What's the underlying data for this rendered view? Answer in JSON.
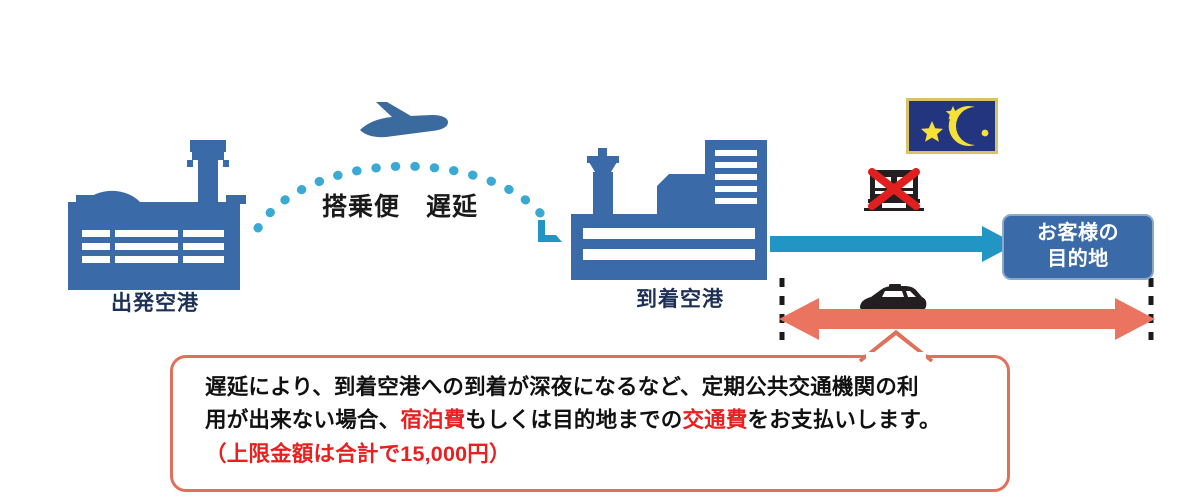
{
  "diagram": {
    "title_hidden": "",
    "departure_airport": {
      "label": "出発空港",
      "icon": "airport-terminal-icon"
    },
    "arrival_airport": {
      "label": "到着空港",
      "icon": "airport-terminal-icon"
    },
    "flight": {
      "label": "搭乗便　遅延",
      "plane_icon": "airplane-icon",
      "path_icon": "dotted-flight-path-icon",
      "arrow_icon": "landing-chevron-icon"
    },
    "night": {
      "icon": "night-sky-moon-stars-icon"
    },
    "no_train": {
      "icon": "train-unavailable-icon"
    },
    "taxi": {
      "icon": "taxi-car-icon"
    },
    "transfer_arrow": {
      "icon": "blue-right-arrow-icon"
    },
    "ground_transport_arrow": {
      "icon": "red-double-arrow-icon"
    },
    "destination": {
      "line1": "お客様の",
      "line2": "目的地"
    }
  },
  "callout": {
    "line1_a": "遅延により、到着空港への到着が深夜になるなど、定期公共交通機関の利",
    "line2_a": "用が出来ない場合、",
    "line2_b": "宿泊費",
    "line2_c": "もしくは目的地までの",
    "line2_d": "交通費",
    "line2_e": "をお支払いします。",
    "line3": "（上限金額は合計で15,000円）"
  },
  "colors": {
    "airport_blue": "#3b6aa8",
    "cyan_arrow": "#2196c4",
    "dot_blue": "#3aa9d4",
    "red_arrow": "#ea7460",
    "callout_border": "#e0705a",
    "highlight_red": "#e8201f",
    "night_navy": "#23357e",
    "moon_yellow": "#f6e236",
    "label_navy": "#1d3055"
  }
}
